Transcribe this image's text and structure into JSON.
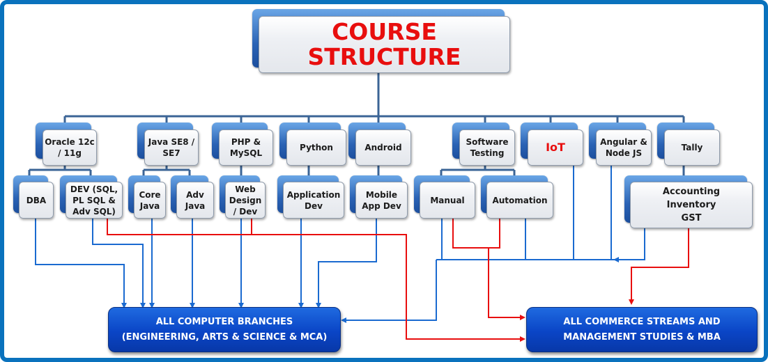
{
  "title": "COURSE STRUCTURE",
  "colors": {
    "frame": "#0a72bd",
    "tree_line": "#3b6496",
    "blue_flow": "#1a6ad0",
    "red_flow": "#e80e0e",
    "title_text": "#e80e0e",
    "target_box": "#0a45c6"
  },
  "courses": [
    {
      "id": "oracle",
      "label": "Oracle 12c\n/ 11g"
    },
    {
      "id": "java",
      "label": "Java SE8 /\nSE7"
    },
    {
      "id": "php",
      "label": "PHP &\nMySQL"
    },
    {
      "id": "python",
      "label": "Python"
    },
    {
      "id": "android",
      "label": "Android"
    },
    {
      "id": "testing",
      "label": "Software\nTesting"
    },
    {
      "id": "iot",
      "label": "IoT",
      "highlight": true
    },
    {
      "id": "angular",
      "label": "Angular &\nNode JS"
    },
    {
      "id": "tally",
      "label": "Tally"
    }
  ],
  "subcourses": [
    {
      "id": "dba",
      "parent": "oracle",
      "label": "DBA"
    },
    {
      "id": "dev_sql",
      "parent": "oracle",
      "label": "DEV (SQL,\nPL SQL &\nAdv SQL)"
    },
    {
      "id": "core_java",
      "parent": "java",
      "label": "Core\nJava"
    },
    {
      "id": "adv_java",
      "parent": "java",
      "label": "Adv\nJava"
    },
    {
      "id": "web_design",
      "parent": "php",
      "label": "Web\nDesign\n/ Dev"
    },
    {
      "id": "app_dev",
      "parent": "python",
      "label": "Application\nDev"
    },
    {
      "id": "mobile_dev",
      "parent": "android",
      "label": "Mobile\nApp Dev"
    },
    {
      "id": "manual",
      "parent": "testing",
      "label": "Manual"
    },
    {
      "id": "automation",
      "parent": "testing",
      "label": "Automation"
    },
    {
      "id": "accounting",
      "parent": "tally",
      "label": "Accounting\nInventory\nGST"
    }
  ],
  "targets": [
    {
      "id": "computer",
      "label": "ALL COMPUTER BRANCHES\n(ENGINEERING, ARTS & SCIENCE & MCA)"
    },
    {
      "id": "commerce",
      "label": "ALL COMMERCE STREAMS AND\nMANAGEMENT STUDIES & MBA"
    }
  ],
  "flows": {
    "computer": [
      "dba",
      "dev_sql",
      "core_java",
      "adv_java",
      "web_design",
      "app_dev",
      "mobile_dev",
      "manual",
      "automation",
      "iot",
      "angular",
      "accounting"
    ],
    "commerce": [
      "dev_sql",
      "web_design",
      "manual",
      "automation",
      "accounting"
    ]
  }
}
